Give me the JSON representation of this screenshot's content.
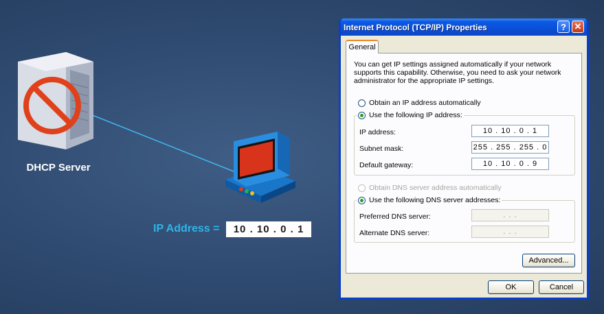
{
  "illustration": {
    "server_label": "DHCP Server",
    "ip_caption": "IP Address =",
    "ip_value": "10 . 10 . 0 . 1",
    "colors": {
      "caption": "#2fb4e6",
      "background": "#2f4a70",
      "prohibited": "#e0401a"
    }
  },
  "dialog": {
    "title": "Internet Protocol (TCP/IP) Properties",
    "help_glyph": "?",
    "close_glyph": "✕",
    "tab": "General",
    "intro": "You can get IP settings assigned automatically if your network supports this capability. Otherwise, you need to ask your network administrator for the appropriate IP settings.",
    "ip_auto_label": "Obtain an IP address automatically",
    "ip_manual_label": "Use the following IP address:",
    "ip_manual_selected": true,
    "fields": {
      "ip_address_label": "IP address:",
      "ip_address_value": "10 . 10 . 0 . 1",
      "subnet_label": "Subnet mask:",
      "subnet_value": "255 . 255 . 255 . 0",
      "gateway_label": "Default gateway:",
      "gateway_value": "10 . 10 . 0 . 9"
    },
    "dns_auto_label": "Obtain DNS server address automatically",
    "dns_manual_label": "Use the following DNS server addresses:",
    "dns_manual_selected": true,
    "dns": {
      "preferred_label": "Preferred DNS server:",
      "preferred_value": ".     .     .",
      "alternate_label": "Alternate DNS server:",
      "alternate_value": ".     .     ."
    },
    "advanced_button": "Advanced...",
    "ok_button": "OK",
    "cancel_button": "Cancel",
    "colors": {
      "titlebar": "#0b5ae6",
      "face": "#ece9d8",
      "radio_dot": "#21a121"
    }
  }
}
